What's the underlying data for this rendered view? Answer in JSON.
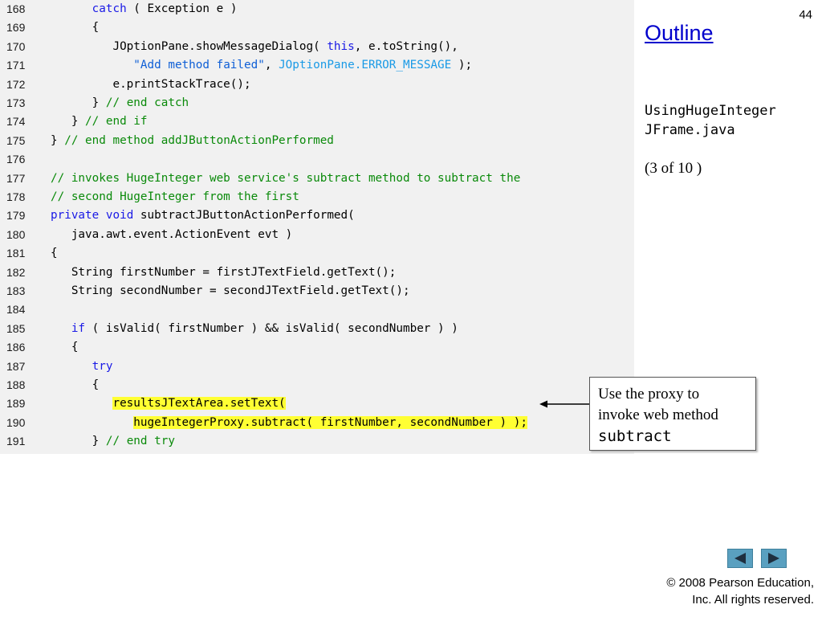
{
  "slide": {
    "page_number": "44",
    "outline_label": "Outline",
    "file_name_line1": "UsingHugeInteger",
    "file_name_line2": "JFrame.java",
    "part": "(3 of 10 )",
    "callout": {
      "line1": "Use the proxy to",
      "line2": "invoke web method",
      "line3": "subtract"
    },
    "copyright_line1": "© 2008 Pearson Education,",
    "copyright_line2": "Inc.  All rights reserved.",
    "nav": {
      "prev_icon": "left-triangle-icon",
      "next_icon": "right-triangle-icon",
      "color": "#5aa0c0"
    }
  },
  "code": {
    "colors": {
      "keyword": "#1a1ae6",
      "comment": "#0a8a0a",
      "string": "#0f5fd6",
      "highlight": "#ffff33"
    },
    "lines": [
      {
        "num": "168",
        "segs": [
          {
            "t": "      "
          },
          {
            "t": "catch",
            "c": "kw"
          },
          {
            "t": " ( Exception e )"
          }
        ]
      },
      {
        "num": "169",
        "segs": [
          {
            "t": "      {"
          }
        ]
      },
      {
        "num": "170",
        "segs": [
          {
            "t": "         JOptionPane.showMessageDialog( "
          },
          {
            "t": "this",
            "c": "kw"
          },
          {
            "t": ", e.toString(),"
          }
        ]
      },
      {
        "num": "171",
        "segs": [
          {
            "t": "            "
          },
          {
            "t": "\"Add method failed\"",
            "c": "st"
          },
          {
            "t": ", "
          },
          {
            "t": "JOptionPane.ERROR_MESSAGE",
            "c": "cs"
          },
          {
            "t": " );"
          }
        ]
      },
      {
        "num": "172",
        "segs": [
          {
            "t": "         e.printStackTrace();"
          }
        ]
      },
      {
        "num": "173",
        "segs": [
          {
            "t": "      } "
          },
          {
            "t": "// end catch",
            "c": "cm"
          }
        ]
      },
      {
        "num": "174",
        "segs": [
          {
            "t": "   } "
          },
          {
            "t": "// end if",
            "c": "cm"
          }
        ]
      },
      {
        "num": "175",
        "segs": [
          {
            "t": "} "
          },
          {
            "t": "// end method addJButtonActionPerformed",
            "c": "cm"
          }
        ]
      },
      {
        "num": "176",
        "segs": []
      },
      {
        "num": "177",
        "segs": [
          {
            "t": "// invokes HugeInteger web service's subtract method to subtract the",
            "c": "cm"
          }
        ]
      },
      {
        "num": "178",
        "segs": [
          {
            "t": "// second HugeInteger from the first",
            "c": "cm"
          }
        ]
      },
      {
        "num": "179",
        "segs": [
          {
            "t": "private",
            "c": "kw"
          },
          {
            "t": " "
          },
          {
            "t": "void",
            "c": "kw"
          },
          {
            "t": " subtractJButtonActionPerformed("
          }
        ]
      },
      {
        "num": "180",
        "segs": [
          {
            "t": "   java.awt.event.ActionEvent evt )"
          }
        ]
      },
      {
        "num": "181",
        "segs": [
          {
            "t": "{"
          }
        ]
      },
      {
        "num": "182",
        "segs": [
          {
            "t": "   String firstNumber = firstJTextField.getText();"
          }
        ]
      },
      {
        "num": "183",
        "segs": [
          {
            "t": "   String secondNumber = secondJTextField.getText();"
          }
        ]
      },
      {
        "num": "184",
        "segs": []
      },
      {
        "num": "185",
        "segs": [
          {
            "t": "   "
          },
          {
            "t": "if",
            "c": "kw"
          },
          {
            "t": " ( isValid( firstNumber ) && isValid( secondNumber ) )"
          }
        ]
      },
      {
        "num": "186",
        "segs": [
          {
            "t": "   {"
          }
        ]
      },
      {
        "num": "187",
        "segs": [
          {
            "t": "      "
          },
          {
            "t": "try",
            "c": "kw"
          }
        ]
      },
      {
        "num": "188",
        "segs": [
          {
            "t": "      {"
          }
        ]
      },
      {
        "num": "189",
        "segs": [
          {
            "t": "         "
          },
          {
            "t": "resultsJTextArea.setText(",
            "c": "hl"
          }
        ]
      },
      {
        "num": "190",
        "segs": [
          {
            "t": "            "
          },
          {
            "t": "hugeIntegerProxy.subtract( firstNumber, secondNumber ) );",
            "c": "hl"
          }
        ]
      },
      {
        "num": "191",
        "segs": [
          {
            "t": "      } "
          },
          {
            "t": "// end try",
            "c": "cm"
          }
        ]
      }
    ]
  }
}
